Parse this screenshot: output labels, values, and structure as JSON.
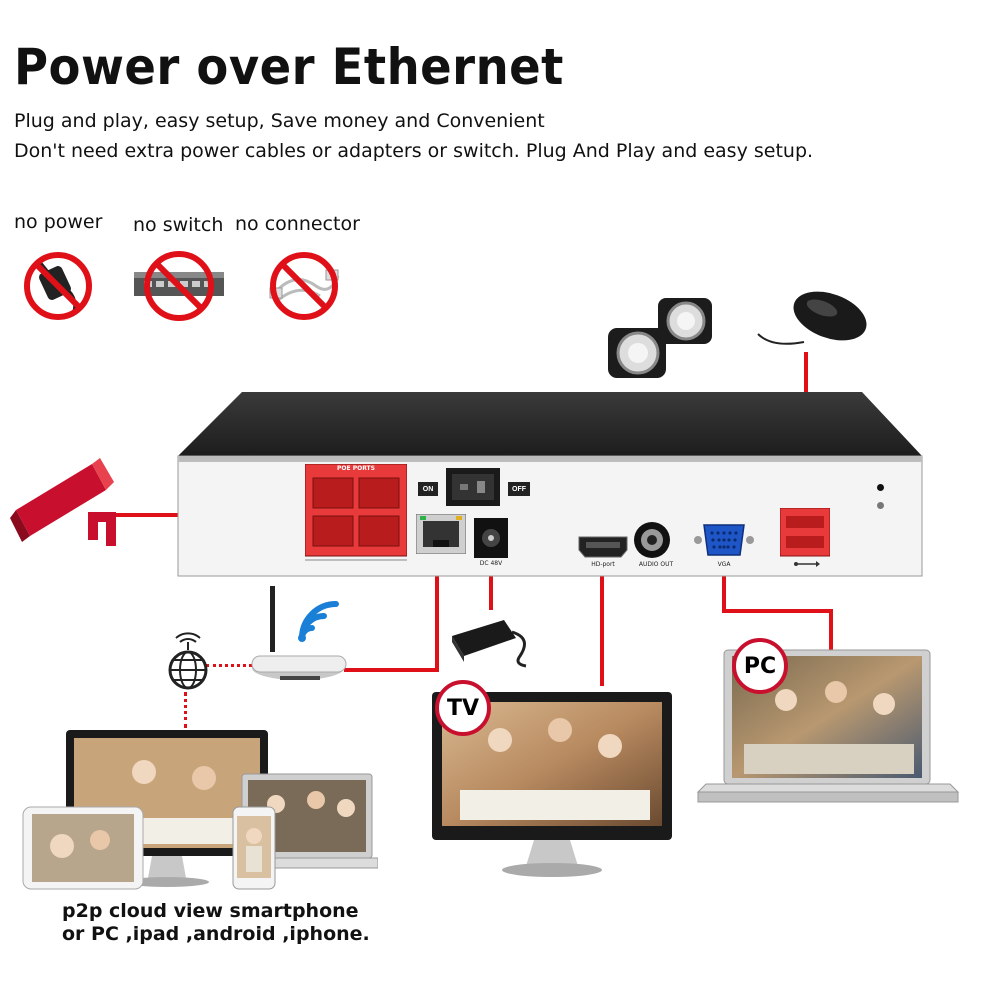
{
  "header": {
    "title": "Power over Ethernet",
    "line1": "Plug and play, easy setup, Save money and Convenient",
    "line2": "Don't need extra power cables or adapters or switch. Plug And Play and easy setup."
  },
  "no_items": {
    "power": "no power",
    "switch": "no switch",
    "connector": "no connector"
  },
  "nvr": {
    "poe_ports_label": "POE PORTS",
    "on_label": "ON",
    "off_label": "OFF",
    "dc_label": "DC 48V",
    "hdmi_label": "HD-port",
    "audio_label": "AUDIO OUT",
    "vga_label": "VGA"
  },
  "badges": {
    "tv": "TV",
    "pc": "PC"
  },
  "caption": {
    "line1": "p2p cloud view smartphone",
    "line2": "or PC ,ipad ,android ,iphone."
  },
  "colors": {
    "accent_red": "#e01018",
    "nvr_dark": "#2b2b2b"
  }
}
